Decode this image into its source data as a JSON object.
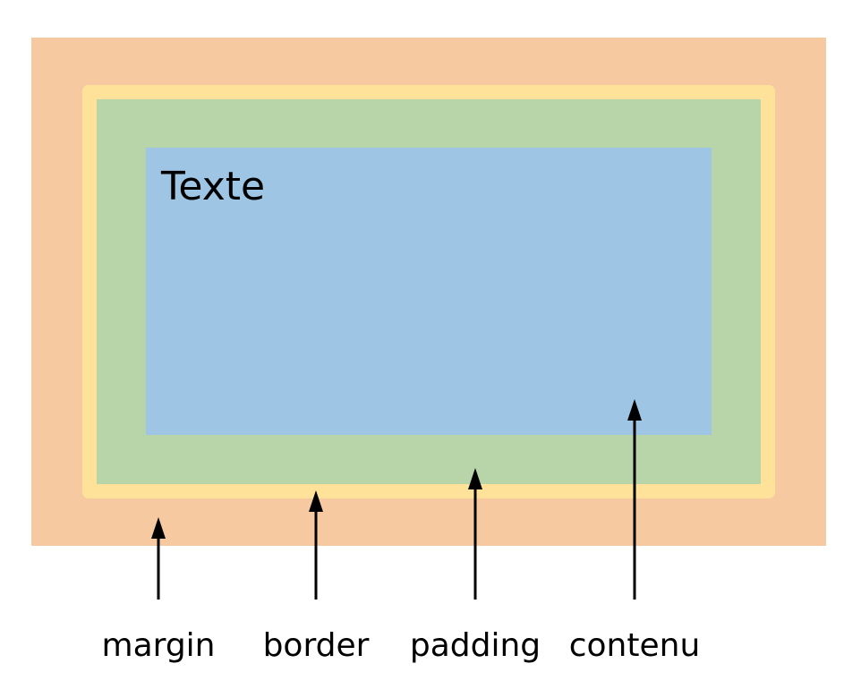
{
  "diagram": {
    "content_text": "Texte",
    "labels": {
      "margin": "margin",
      "border": "border",
      "padding": "padding",
      "content": "contenu"
    },
    "colors": {
      "margin": "#f6c9a0",
      "border": "#fee29a",
      "padding": "#b7d5a9",
      "content": "#9fc5e5",
      "arrow": "#000000"
    }
  }
}
